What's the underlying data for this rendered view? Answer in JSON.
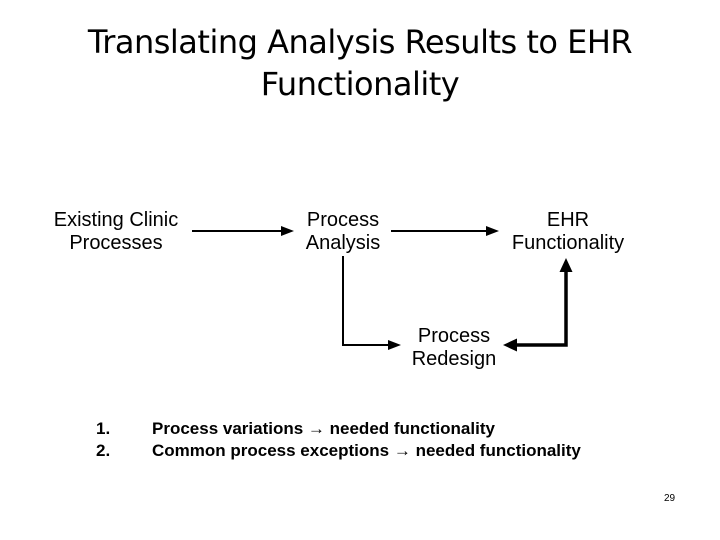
{
  "slide": {
    "title": {
      "line1": "Translating Analysis Results to EHR",
      "line2": "Functionality"
    },
    "diagram": {
      "nodes": {
        "existing": {
          "line1": "Existing Clinic",
          "line2": "Processes"
        },
        "analysis": {
          "line1": "Process",
          "line2": "Analysis"
        },
        "ehr": {
          "line1": "EHR",
          "line2": "Functionality"
        },
        "redesign": {
          "line1": "Process",
          "line2": "Redesign"
        }
      },
      "connectors": [
        {
          "from": "existing",
          "to": "analysis",
          "shape": "straight",
          "direction": "right",
          "thick": false
        },
        {
          "from": "analysis",
          "to": "ehr",
          "shape": "straight",
          "direction": "right",
          "thick": false
        },
        {
          "from": "analysis",
          "to": "redesign",
          "shape": "elbow-down-right",
          "direction": "right",
          "thick": false
        },
        {
          "from": "redesign",
          "to": "ehr",
          "shape": "elbow-right-up",
          "direction": "both",
          "thick": true
        }
      ]
    },
    "list": {
      "items": [
        {
          "number": "1.",
          "text": "Process variations → needed functionality"
        },
        {
          "number": "2.",
          "text": "Common process exceptions → needed functionality"
        }
      ]
    },
    "page_number": "29",
    "colors": {
      "background": "#ffffff",
      "text": "#000000",
      "line": "#000000"
    }
  }
}
